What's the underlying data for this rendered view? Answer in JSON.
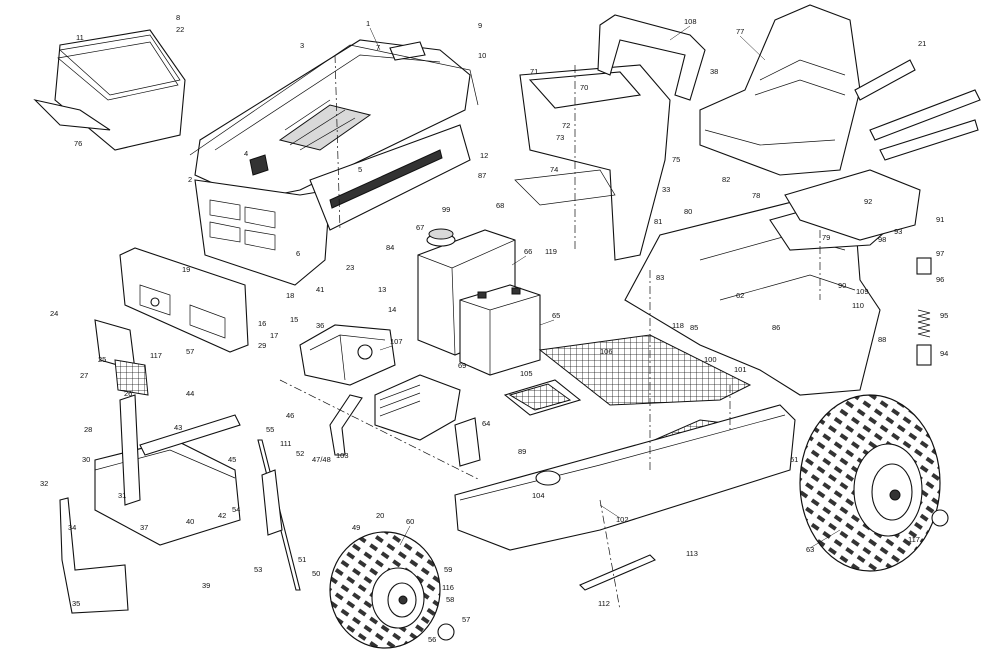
{
  "labels": {
    "1": "1",
    "2": "2",
    "3": "3",
    "4": "4",
    "5": "5",
    "6": "6",
    "7": "7",
    "8": "8",
    "9": "9",
    "10": "10",
    "11": "11",
    "12": "12",
    "13": "13",
    "14": "14",
    "15": "15",
    "16": "16",
    "17": "17",
    "18": "18",
    "19": "19",
    "20": "20",
    "21": "21",
    "22": "22",
    "23": "23",
    "24": "24",
    "25": "25",
    "26": "26",
    "27": "27",
    "28": "28",
    "29": "29",
    "30": "30",
    "31": "31",
    "32": "32",
    "33": "33",
    "34": "34",
    "35": "35",
    "36": "36",
    "37": "37",
    "38": "38",
    "39": "39",
    "40": "40",
    "41": "41",
    "42": "42",
    "43": "43",
    "44": "44",
    "45": "45",
    "46": "46",
    "47_48": "47/48",
    "49": "49",
    "50": "50",
    "51": "51",
    "52": "52",
    "53": "53",
    "54": "54",
    "55": "55",
    "56": "56",
    "57": "57",
    "58": "58",
    "59": "59",
    "60": "60",
    "61": "61",
    "62": "62",
    "63": "63",
    "64": "64",
    "65": "65",
    "66": "66",
    "67": "67",
    "68": "68",
    "69": "69",
    "70": "70",
    "71": "71",
    "72": "72",
    "73": "73",
    "74": "74",
    "75": "75",
    "76": "76",
    "77": "77",
    "78": "78",
    "79": "79",
    "80": "80",
    "81": "81",
    "82": "82",
    "83": "83",
    "84": "84",
    "85": "85",
    "86": "86",
    "87": "87",
    "88": "88",
    "89": "89",
    "90": "90",
    "91": "91",
    "92": "92",
    "93": "93",
    "94": "94",
    "95": "95",
    "96": "96",
    "97": "97",
    "98": "98",
    "99": "99",
    "100": "100",
    "101": "101",
    "102": "102",
    "103": "103",
    "104": "104",
    "105": "105",
    "106": "106",
    "107": "107",
    "108": "108",
    "109": "109",
    "110": "110",
    "111": "111",
    "112": "112",
    "113": "113",
    "116": "116",
    "117": "117",
    "118": "118",
    "119": "119"
  },
  "colors": {
    "line": "#111111",
    "paper": "#ffffff",
    "shade": "#d9d9d9"
  }
}
